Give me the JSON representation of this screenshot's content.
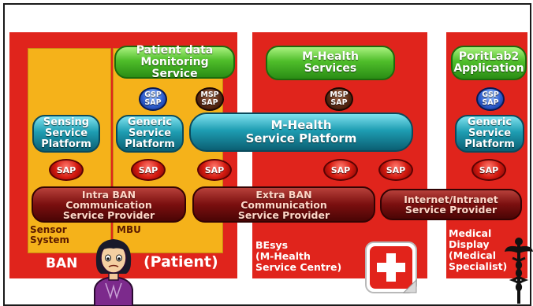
{
  "regions": {
    "ban": "BAN",
    "patient": "(Patient)",
    "sensor_system": "Sensor\nSystem",
    "mbu": "MBU",
    "besys": "BEsys\n(M-Health\nService Centre)",
    "medical_display": "Medical\nDisplay\n(Medical\nSpecialist)"
  },
  "blocks": {
    "patient_monitoring": "Patient data\nMonitoring Service",
    "mhealth_services": "M-Health\nServices",
    "poritlab2": "PoritLab2\nApplication",
    "sensing_platform": "Sensing\nService\nPlatform",
    "generic_platform_mbu": "Generic\nService\nPlatform",
    "mhealth_platform": "M-Health\nService Platform",
    "generic_platform_md": "Generic\nService\nPlatform",
    "intra_ban": "Intra BAN\nCommunication\nService Provider",
    "extra_ban": "Extra BAN\nCommunication\nService Provider",
    "internet": "Internet/Intranet\nService Provider"
  },
  "saps": {
    "gsp_sap_mbu": "GSP\nSAP",
    "msp_sap_mbu": "MSP\nSAP",
    "msp_sap_besys": "MSP\nSAP",
    "gsp_sap_md": "GSP\nSAP",
    "sap": "SAP"
  },
  "colors": {
    "region_red": "#e0241c",
    "sensor_yellow": "#f5b21a",
    "platform_green": "#3aa81d",
    "platform_teal": "#1a8aa0",
    "provider_maroon": "#6a0a0a",
    "sap_red": "#d4190f",
    "sap_blue": "#2e5fd1"
  },
  "icons": [
    "person-icon",
    "medical-kit-icon",
    "caduceus-icon"
  ]
}
